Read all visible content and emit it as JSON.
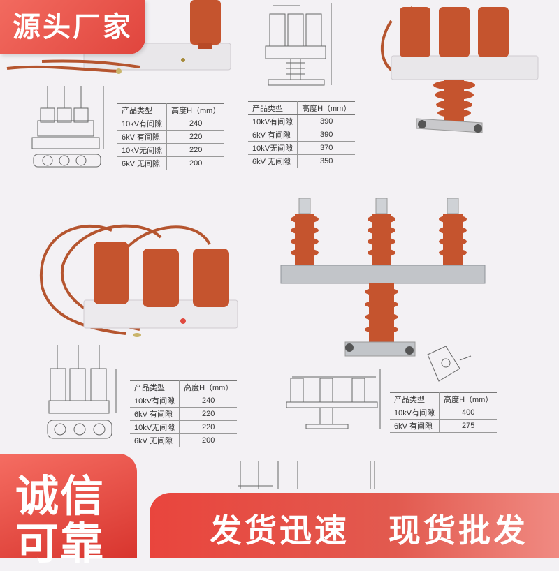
{
  "badge_top": "源头厂家",
  "badge_bottom": {
    "line1": "诚信",
    "line2": "可靠"
  },
  "slogan": {
    "left": "发货迅速",
    "right": "现货批发"
  },
  "colors": {
    "accent": "#e8473f",
    "porcelain": "#c5542e",
    "bg": "#f3f1f4"
  },
  "tables": [
    {
      "headers": [
        "产品类型",
        "高度H（mm）"
      ],
      "rows": [
        [
          "10kV有间隙",
          "240"
        ],
        [
          "6kV 有间隙",
          "220"
        ],
        [
          "10kV无间隙",
          "220"
        ],
        [
          "6kV 无间隙",
          "200"
        ]
      ]
    },
    {
      "headers": [
        "产品类型",
        "高度H（mm）"
      ],
      "rows": [
        [
          "10kV有间隙",
          "390"
        ],
        [
          "6kV 有间隙",
          "390"
        ],
        [
          "10kV无间隙",
          "370"
        ],
        [
          "6kV 无间隙",
          "350"
        ]
      ]
    },
    {
      "headers": [
        "产品类型",
        "高度H（mm）"
      ],
      "rows": [
        [
          "10kV有间隙",
          "240"
        ],
        [
          "6kV 有间隙",
          "220"
        ],
        [
          "10kV无间隙",
          "220"
        ],
        [
          "6kV 无间隙",
          "200"
        ]
      ]
    },
    {
      "headers": [
        "产品类型",
        "高度H（mm）"
      ],
      "rows": [
        [
          "10kV有间隙",
          "400"
        ],
        [
          "6kV 有间隙",
          "275"
        ]
      ]
    }
  ]
}
